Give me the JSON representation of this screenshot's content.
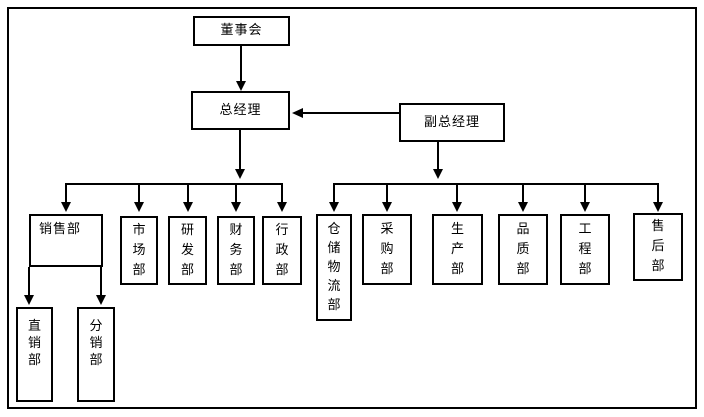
{
  "diagram": {
    "type": "org-chart",
    "colors": {
      "line": "#000000",
      "background": "#ffffff",
      "text": "#000000"
    },
    "nodes": {
      "board": {
        "label": "董事会"
      },
      "gm": {
        "label": "总经理"
      },
      "dgm": {
        "label": "副总经理"
      },
      "sales": {
        "label": "销售部"
      },
      "market": {
        "label": "市场部"
      },
      "rnd": {
        "label": "研发部"
      },
      "finance": {
        "label": "财务部"
      },
      "admin": {
        "label": "行政部"
      },
      "warehouse": {
        "label": "仓储物流部"
      },
      "purchase": {
        "label": "采购部"
      },
      "production": {
        "label": "生产部"
      },
      "quality": {
        "label": "品质部"
      },
      "engineering": {
        "label": "工程部"
      },
      "aftersales": {
        "label": "售后部"
      },
      "direct": {
        "label": "直销部"
      },
      "distribution": {
        "label": "分销部"
      }
    },
    "edges": [
      {
        "from": "board",
        "to": "gm"
      },
      {
        "from": "dgm",
        "to": "gm"
      },
      {
        "from": "gm",
        "to": "sales"
      },
      {
        "from": "gm",
        "to": "market"
      },
      {
        "from": "gm",
        "to": "rnd"
      },
      {
        "from": "gm",
        "to": "finance"
      },
      {
        "from": "gm",
        "to": "admin"
      },
      {
        "from": "dgm",
        "to": "warehouse"
      },
      {
        "from": "dgm",
        "to": "purchase"
      },
      {
        "from": "dgm",
        "to": "production"
      },
      {
        "from": "dgm",
        "to": "quality"
      },
      {
        "from": "dgm",
        "to": "engineering"
      },
      {
        "from": "dgm",
        "to": "aftersales"
      },
      {
        "from": "sales",
        "to": "direct"
      },
      {
        "from": "sales",
        "to": "distribution"
      }
    ]
  }
}
